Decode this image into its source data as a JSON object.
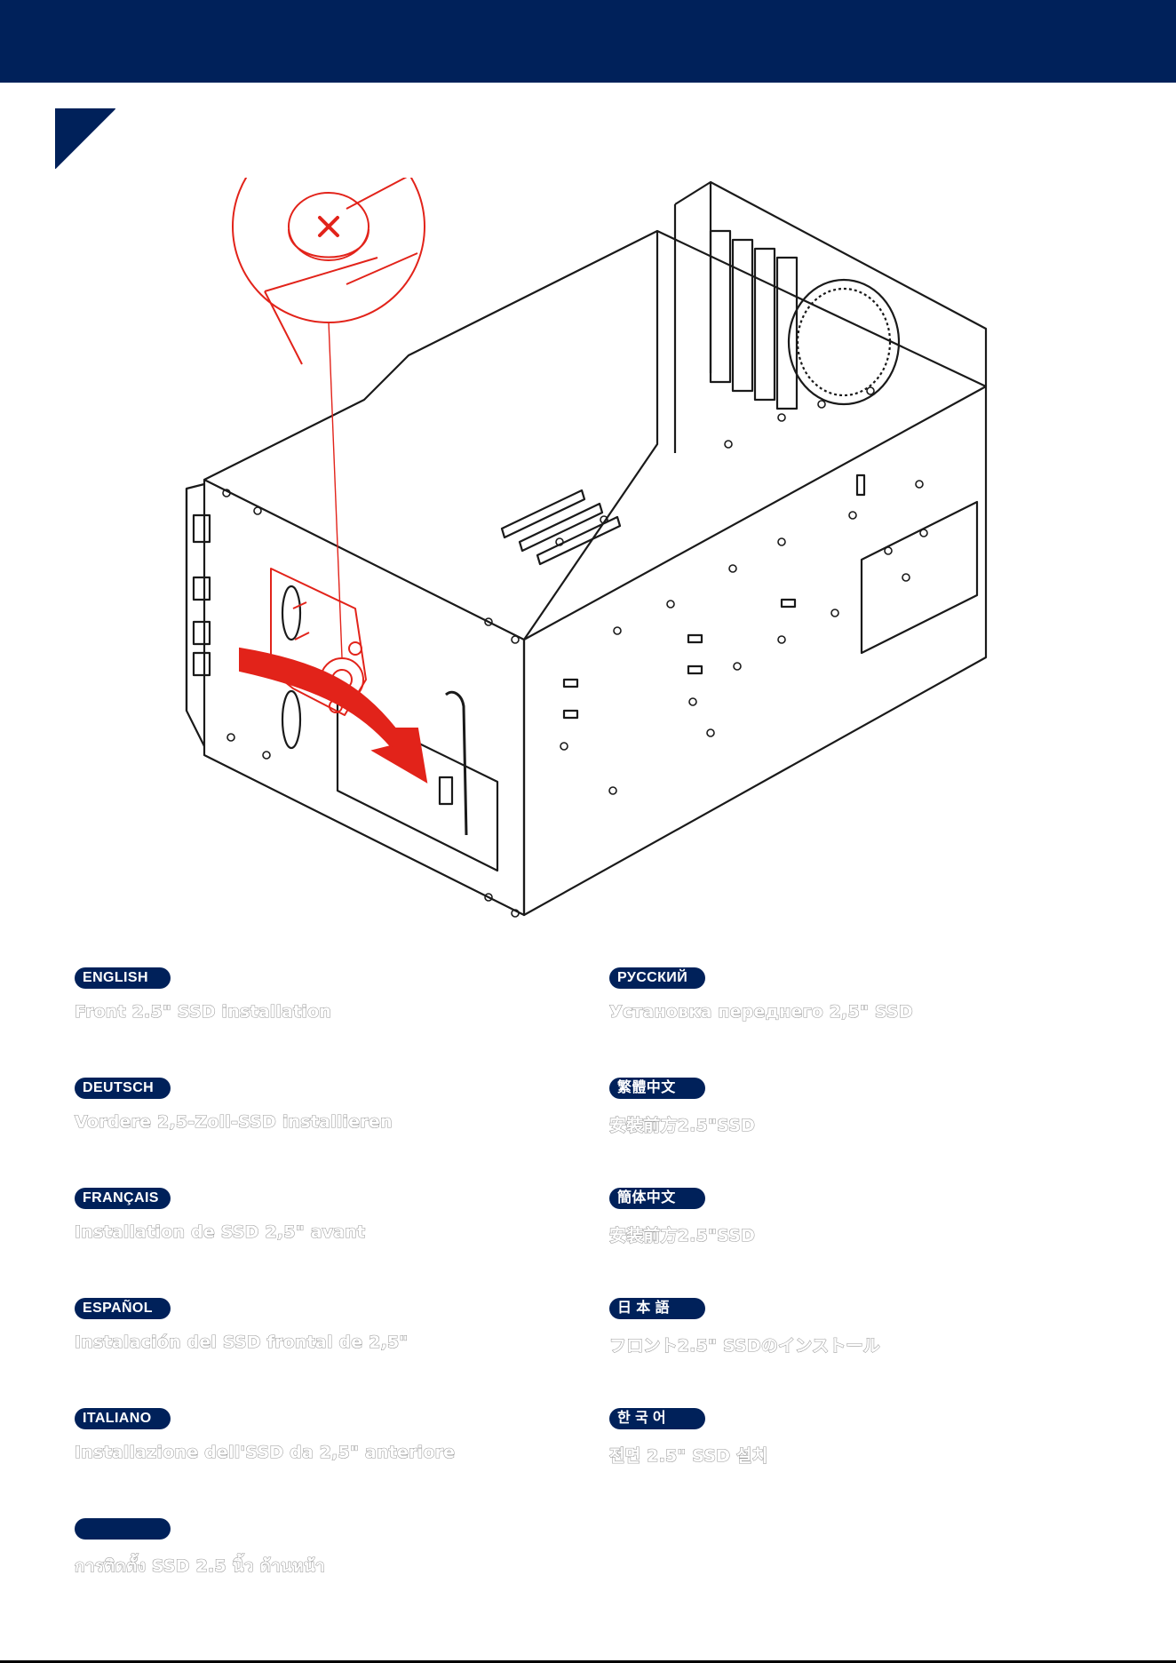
{
  "colors": {
    "header": "#00215a",
    "accent": "#e2231a",
    "line": "#1a1a1a",
    "text_outline": "#9a9a9a"
  },
  "languages": [
    {
      "label": "ENGLISH",
      "text": "Front 2.5\" SSD installation"
    },
    {
      "label": "DEUTSCH",
      "text": "Vordere 2,5-Zoll-SSD installieren"
    },
    {
      "label": "FRANÇAIS",
      "text": "Installation de SSD 2,5\" avant"
    },
    {
      "label": "ESPAÑOL",
      "text": "Instalación del SSD frontal de 2,5\""
    },
    {
      "label": "ITALIANO",
      "text": "Installazione dell'SSD da 2,5\" anteriore"
    },
    {
      "label": "",
      "text": "การติดตั้ง SSD 2.5 นิ้ว ด้านหน้า"
    },
    {
      "label": "РУССКИЙ",
      "text": "Установка переднего 2,5\" SSD"
    },
    {
      "label": "繁體中文",
      "text": "安裝前方2.5\"SSD"
    },
    {
      "label": "簡体中文",
      "text": "安装前方2.5\"SSD"
    },
    {
      "label": "日 本 語",
      "text": "フロント2.5\" SSDのインストール"
    },
    {
      "label": "한 국 어",
      "text": "전면 2.5\" SSD 설치"
    }
  ]
}
